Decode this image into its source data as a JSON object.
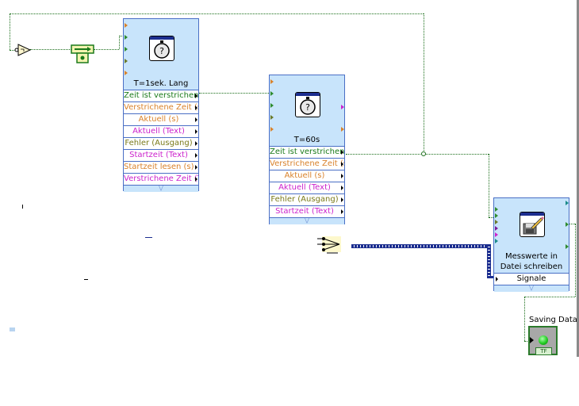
{
  "timer1": {
    "title": "T=1sek. Lang",
    "icon": "stopwatch-question-icon",
    "outputs": [
      {
        "label": "Zeit ist verstrichen",
        "color": "#1a7a1a"
      },
      {
        "label": "Verstrichene Zeit (s)",
        "color": "#d9822b"
      },
      {
        "label": "Aktuell (s)",
        "color": "#d9822b"
      },
      {
        "label": "Aktuell (Text)",
        "color": "#cc22cc"
      },
      {
        "label": "Fehler (Ausgang)",
        "color": "#7a7a1a"
      },
      {
        "label": "Startzeit (Text)",
        "color": "#cc22cc"
      },
      {
        "label": "Startzeit lesen (s)",
        "color": "#d9822b"
      },
      {
        "label": "Verstrichene Zeit (Text)",
        "color": "#cc22cc"
      }
    ]
  },
  "timer2": {
    "title": "T=60s",
    "icon": "stopwatch-question-icon",
    "outputs": [
      {
        "label": "Zeit ist verstrichen",
        "color": "#1a7a1a"
      },
      {
        "label": "Verstrichene Zeit (s)",
        "color": "#d9822b"
      },
      {
        "label": "Aktuell (s)",
        "color": "#d9822b"
      },
      {
        "label": "Aktuell (Text)",
        "color": "#cc22cc"
      },
      {
        "label": "Fehler (Ausgang)",
        "color": "#7a7a1a"
      },
      {
        "label": "Startzeit (Text)",
        "color": "#cc22cc"
      }
    ]
  },
  "writer": {
    "title_line1": "Messwerte in",
    "title_line2": "Datei schreiben",
    "icon": "write-to-file-icon",
    "inputs": [
      {
        "label": "Signale"
      }
    ]
  },
  "indicator": {
    "label": "Saving Data",
    "type_label": "TF",
    "led_color": "#22cc22"
  },
  "wire_color": "#1a6e1a",
  "dynamic_wire_color": "#1b2d8f",
  "node_bg": "#c8e4fb",
  "node_border": "#4a6fc5"
}
